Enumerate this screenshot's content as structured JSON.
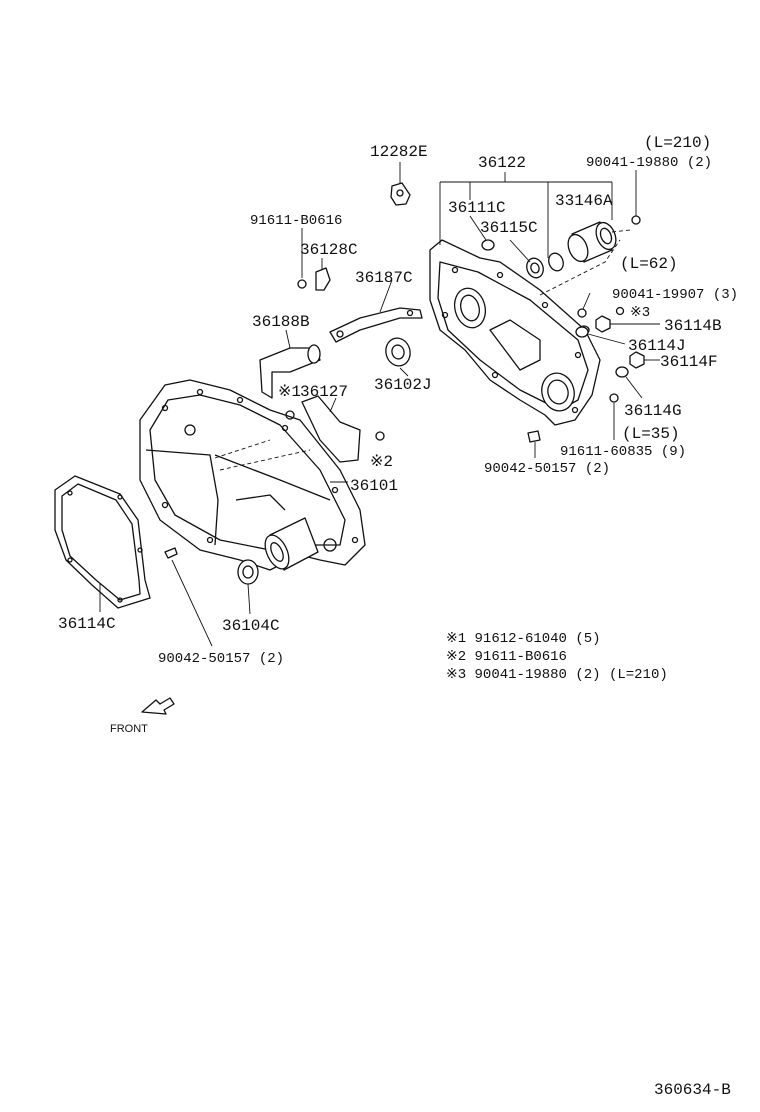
{
  "labels": {
    "p12282E": "12282E",
    "p36122": "36122",
    "l210_top": "(L=210)",
    "p90041_19880": "90041-19880 (2)",
    "p36111C": "36111C",
    "p33146A": "33146A",
    "p36115C": "36115C",
    "p91611_B0616": "91611-B0616",
    "p36128C": "36128C",
    "l62": "(L=62)",
    "p36187C": "36187C",
    "p90041_19907": "90041-19907 (3)",
    "mark3_small": "※3",
    "p36188B": "36188B",
    "p36114B": "36114B",
    "p36114J": "36114J",
    "p36114F": "36114F",
    "p36102J": "36102J",
    "mark1_36127": "※1",
    "p36127": "36127",
    "p36114G": "36114G",
    "l35": "(L=35)",
    "mark2": "※2",
    "p91611_60835": "91611-60835 (9)",
    "p90042_50157_right": "90042-50157 (2)",
    "p36101": "36101",
    "p36114C": "36114C",
    "p36104C": "36104C",
    "p90042_50157_left": "90042-50157 (2)",
    "front": "FRONT",
    "diagram_id": "360634-B"
  },
  "notes": [
    "※1 91612-61040 (5)",
    "※2 91611-B0616",
    "※3 90041-19880 (2) (L=210)"
  ]
}
